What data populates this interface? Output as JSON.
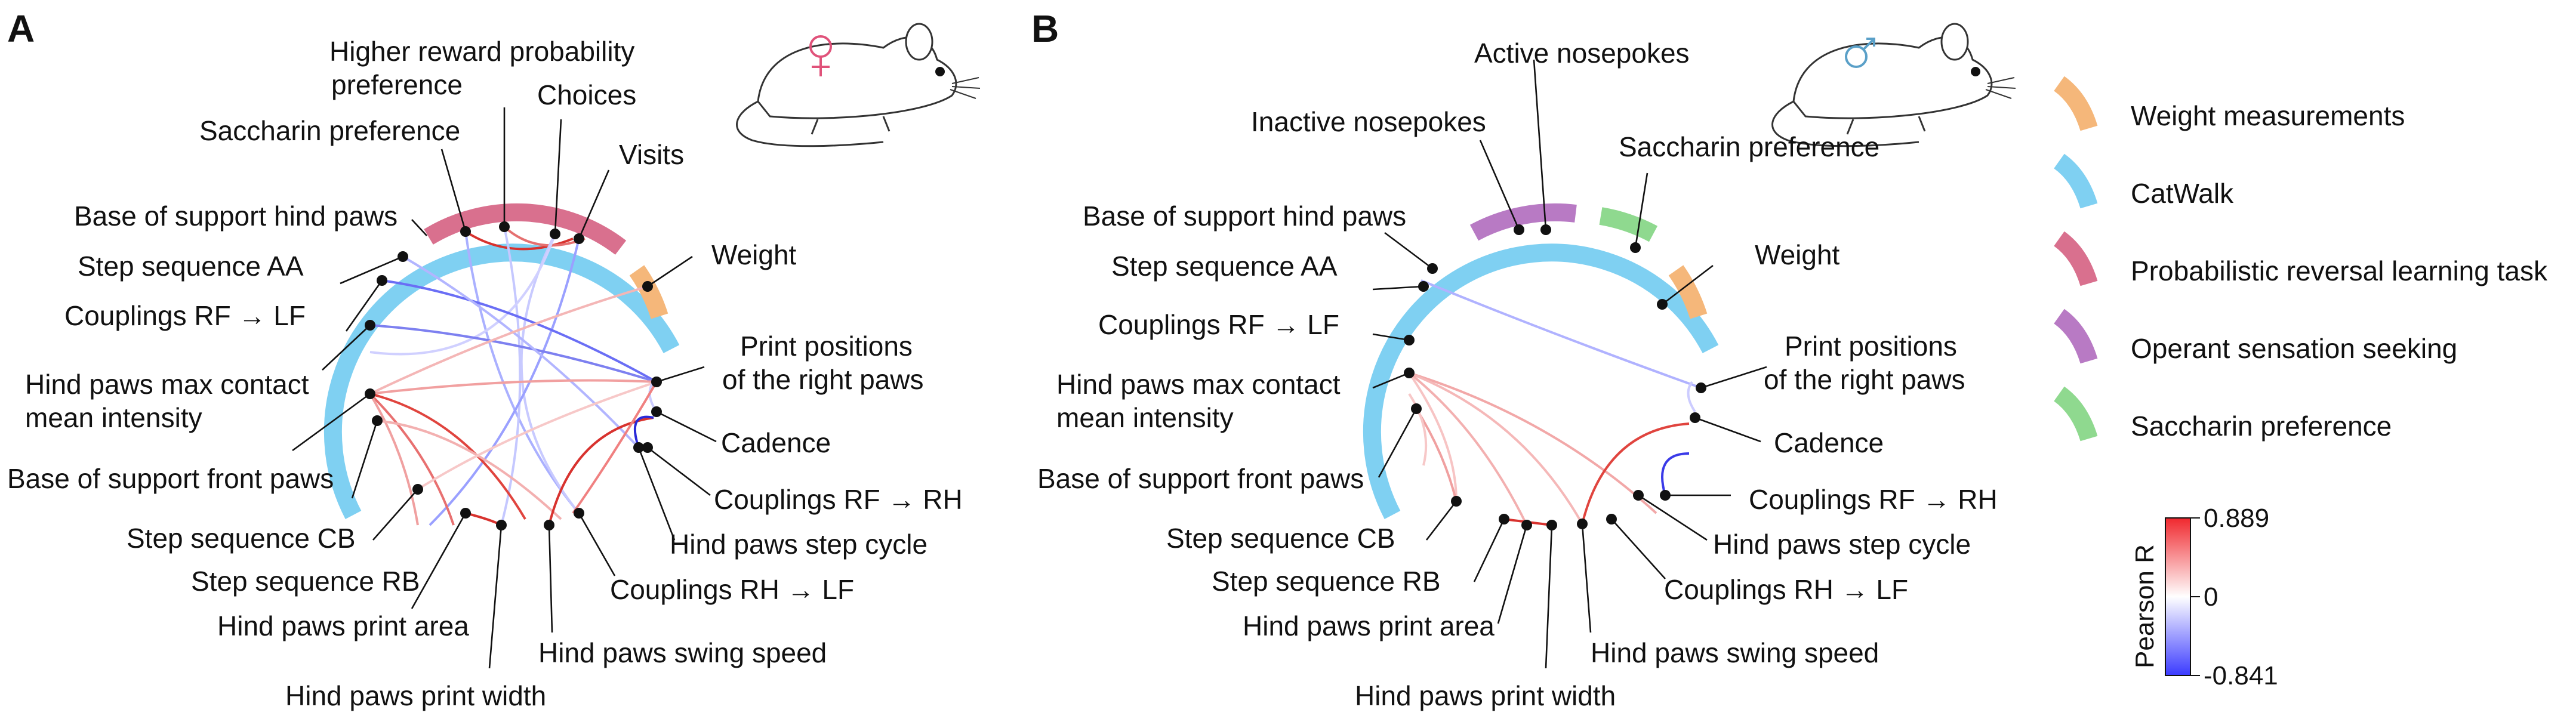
{
  "panels": {
    "a": {
      "letter": "A",
      "labels": {
        "higher_reward": [
          "Higher reward probability",
          "preference"
        ],
        "choices": "Choices",
        "saccharin_pref": "Saccharin preference",
        "visits": "Visits",
        "base_hind": "Base of support hind paws",
        "step_aa": "Step sequence AA",
        "weight": "Weight",
        "couplings_rf_lf": "Couplings RF → LF",
        "print_positions": [
          "Print positions",
          "of the right paws"
        ],
        "hind_max": [
          "Hind paws max contact",
          "mean intensity"
        ],
        "cadence": "Cadence",
        "base_front": "Base of support front paws",
        "couplings_rf_rh": "Couplings RF → RH",
        "step_cb": "Step sequence CB",
        "hind_step_cycle": "Hind paws step cycle",
        "step_rb": "Step sequence RB",
        "couplings_rh_lf": "Couplings RH → LF",
        "hind_print_area": "Hind paws print area",
        "hind_swing": "Hind paws swing speed",
        "hind_print_width": "Hind paws print width"
      }
    },
    "b": {
      "letter": "B",
      "labels": {
        "active_nosepokes": "Active nosepokes",
        "inactive_nosepokes": "Inactive nosepokes",
        "saccharin_pref": "Saccharin preference",
        "base_hind": "Base of support hind paws",
        "step_aa": "Step sequence AA",
        "weight": "Weight",
        "couplings_rf_lf": "Couplings RF → LF",
        "print_positions": [
          "Print positions",
          "of the right paws"
        ],
        "hind_max": [
          "Hind paws max contact",
          "mean intensity"
        ],
        "cadence": "Cadence",
        "base_front": "Base of support front paws",
        "couplings_rf_rh": "Couplings RF → RH",
        "step_cb": "Step sequence CB",
        "hind_step_cycle": "Hind paws step cycle",
        "step_rb": "Step sequence RB",
        "couplings_rh_lf": "Couplings RH → LF",
        "hind_print_area": "Hind paws print area",
        "hind_swing": "Hind paws swing speed",
        "hind_print_width": "Hind paws print width"
      }
    }
  },
  "legend": {
    "items": [
      {
        "label": "Weight measurements",
        "color": "#f5b77a"
      },
      {
        "label": "CatWalk",
        "color": "#7fd0f2"
      },
      {
        "label": "Probabilistic reversal learning task",
        "color": "#d9708e"
      },
      {
        "label": "Operant sensation seeking",
        "color": "#b87ac4"
      },
      {
        "label": "Saccharin preference",
        "color": "#8fd98f"
      }
    ]
  },
  "colorbar": {
    "title": "Pearson R",
    "max_label": "0.889",
    "mid_label": "0",
    "min_label": "-0.841",
    "max": 0.889,
    "min": -0.841
  },
  "icons": {
    "mouse_a": "female-mouse-icon",
    "mouse_b": "male-mouse-icon",
    "female_symbol_color": "#e0527a",
    "male_symbol_color": "#5aa0c8"
  }
}
